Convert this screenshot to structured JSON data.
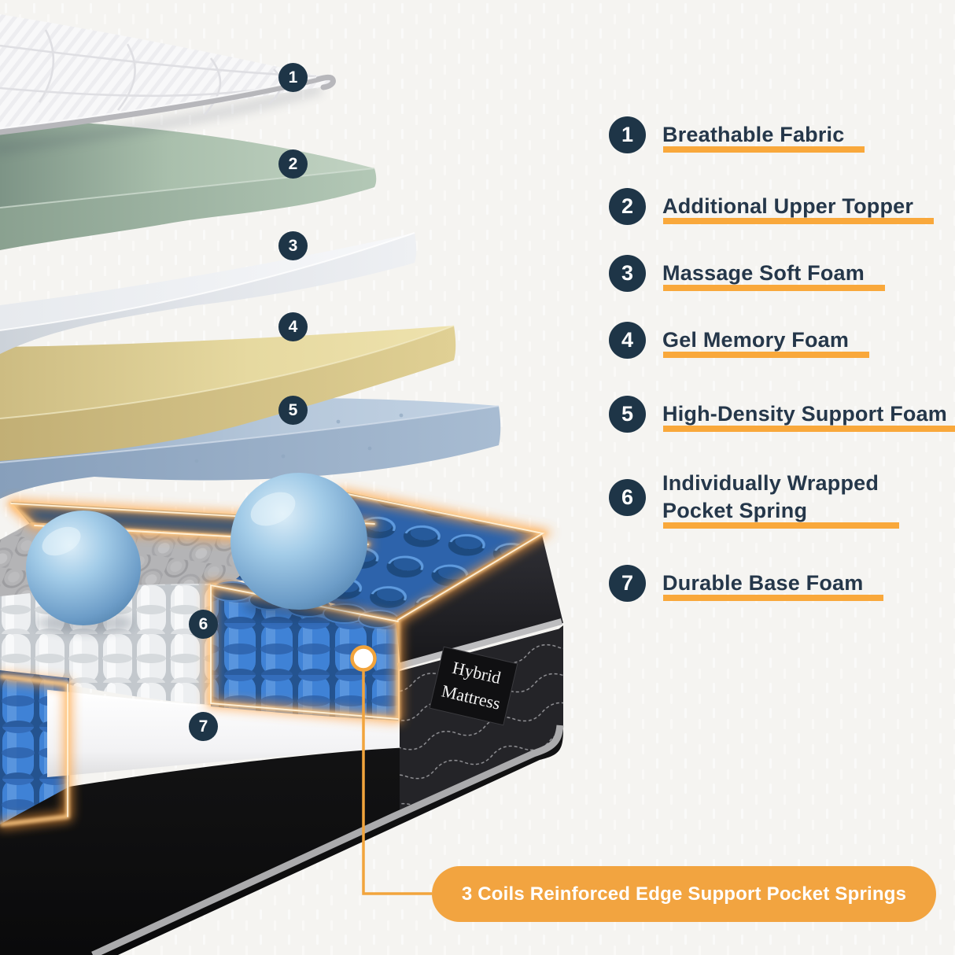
{
  "legend": {
    "items": [
      {
        "num": "1",
        "label": "Breathable Fabric"
      },
      {
        "num": "2",
        "label": "Additional Upper Topper"
      },
      {
        "num": "3",
        "label": "Massage Soft Foam"
      },
      {
        "num": "4",
        "label": "Gel Memory Foam"
      },
      {
        "num": "5",
        "label": "High-Density Support Foam"
      },
      {
        "num": "6",
        "label": "Individually Wrapped",
        "label2": "Pocket Spring"
      },
      {
        "num": "7",
        "label": "Durable Base Foam"
      }
    ]
  },
  "diagram": {
    "markers": [
      "1",
      "2",
      "3",
      "4",
      "5",
      "6",
      "7"
    ],
    "tag_line1": "Hybrid",
    "tag_line2": "Mattress"
  },
  "banner": {
    "text": "3 Coils Reinforced Edge Support Pocket Springs"
  },
  "colors": {
    "accent_orange": "#f2a440",
    "underline_orange": "#f9a83b",
    "badge_navy": "#1e3547",
    "text_navy": "#25374a",
    "layer_green": "#b9ccba",
    "layer_yellow": "#e9dca6",
    "layer_blue": "#b9cbde",
    "coil_blue": "#3f82d6",
    "base_black": "#141414"
  }
}
